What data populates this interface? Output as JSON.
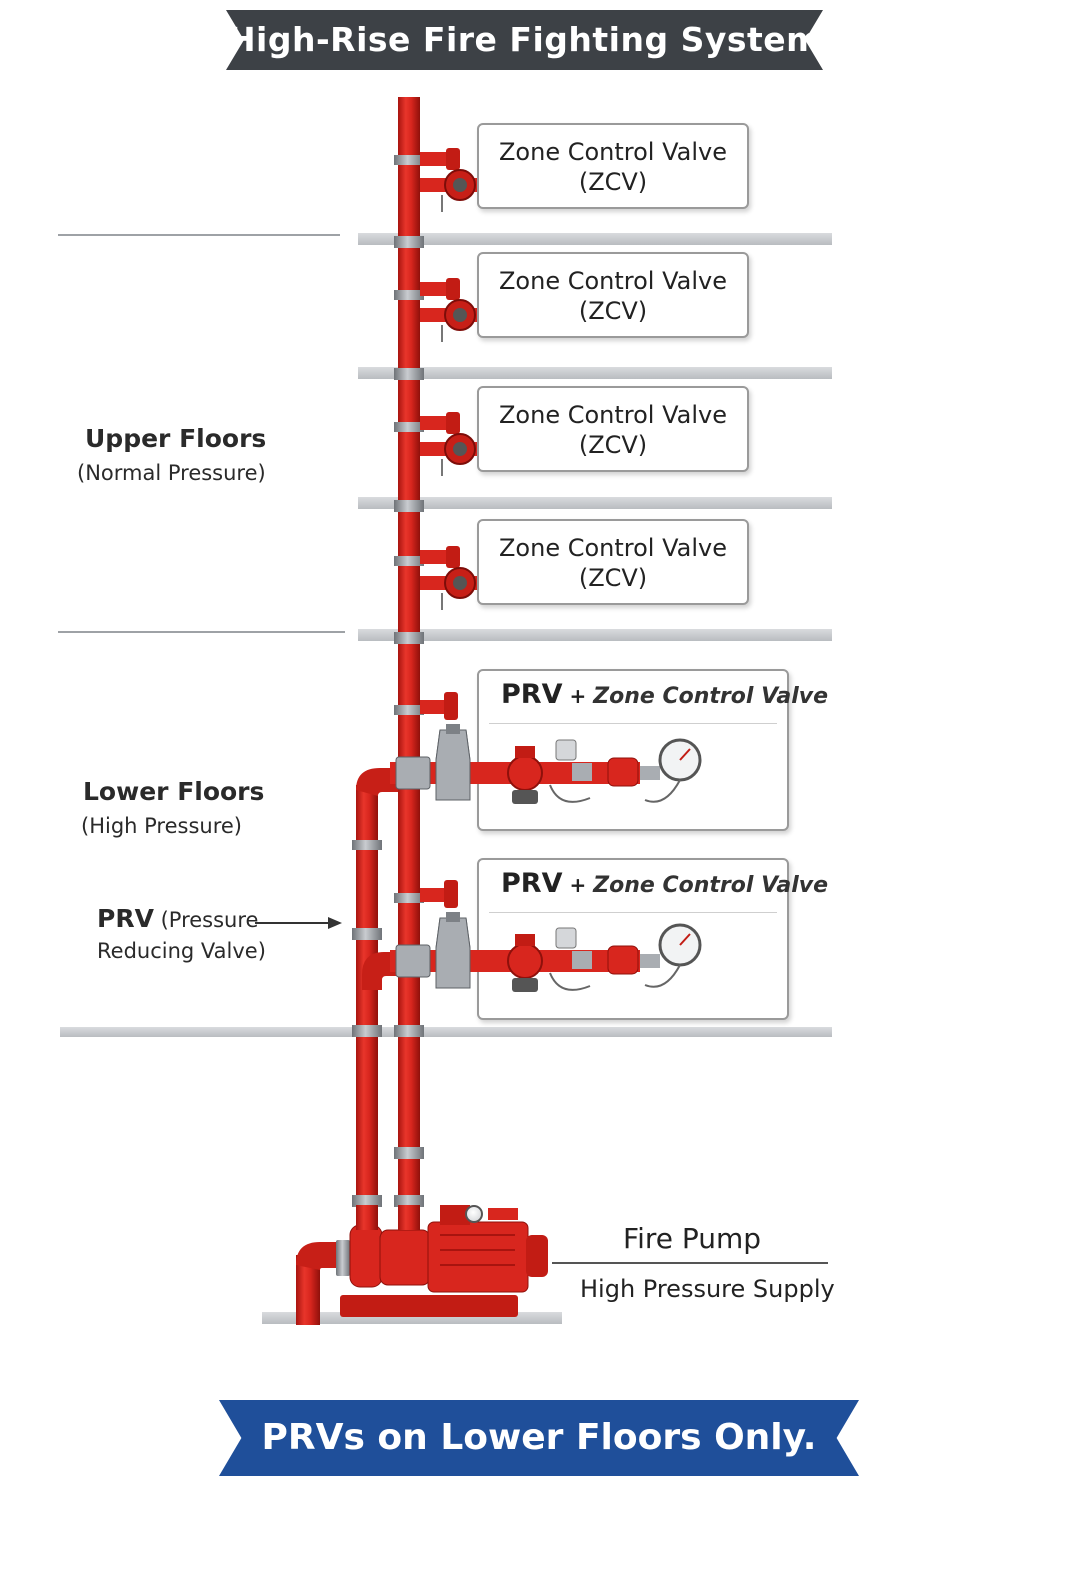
{
  "title": "High-Rise Fire Fighting System",
  "footer": "PRVs on Lower Floors Only.",
  "upper_zone": {
    "heading": "Upper Floors",
    "sub": "(Normal Pressure)"
  },
  "lower_zone": {
    "heading": "Lower Floors",
    "sub": "(High Pressure)"
  },
  "prv_callout": {
    "abbr": "PRV",
    "text_line1": " (Pressure",
    "text_line2": "Reducing Valve)"
  },
  "zcv_boxes": [
    {
      "line1": "Zone Control Valve",
      "line2": "(ZCV)"
    },
    {
      "line1": "Zone Control Valve",
      "line2": "(ZCV)"
    },
    {
      "line1": "Zone Control Valve",
      "line2": "(ZCV)"
    },
    {
      "line1": "Zone Control Valve",
      "line2": "(ZCV)"
    }
  ],
  "prv_boxes": [
    {
      "prv": "PRV",
      "plus": " + ",
      "rest": "Zone Control Valve"
    },
    {
      "prv": "PRV",
      "plus": " + ",
      "rest": "Zone Control Valve"
    }
  ],
  "pump": {
    "label": "Fire Pump",
    "sub": "High Pressure Supply"
  },
  "colors": {
    "pipe_red": "#d8261e",
    "title_bg": "#3d4146",
    "footer_bg": "#1f4f9a",
    "floor_slab": "#cfd1d4",
    "valve_grey": "#9a9ea3"
  },
  "icons": [
    "zone-control-valve-icon",
    "pressure-reducing-valve-icon",
    "pressure-gauge-icon",
    "fire-pump-icon",
    "arrow-right-icon"
  ]
}
